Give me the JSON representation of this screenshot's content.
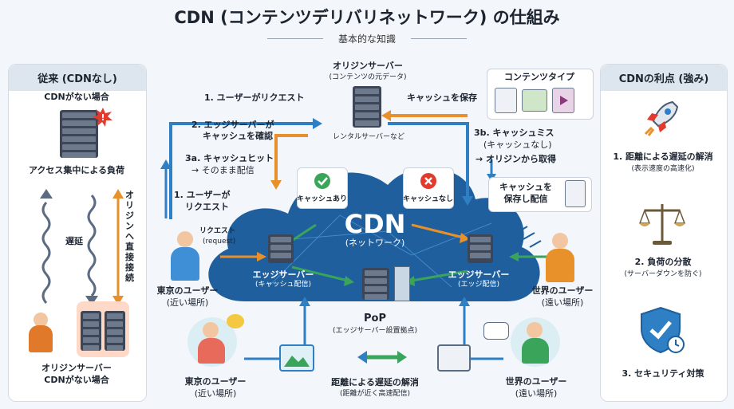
{
  "title": "CDN (コンテンツデリバリネットワーク) の仕組み",
  "subtitle": "基本的な知識",
  "left_panel": {
    "heading": "従来 (CDNなし)",
    "top_label": "CDNがない場合",
    "load_label": "アクセス集中による負荷",
    "delay_label": "遅延",
    "direct_label": "オリジンへ直接接続",
    "bottom_label_1": "オリジンサーバー",
    "bottom_label_2": "CDNがない場合"
  },
  "right_panel": {
    "heading": "CDNの利点 (強み)",
    "benefits": [
      {
        "title": "1. 距離による遅延の解消",
        "sub": "(表示速度の高速化)"
      },
      {
        "title": "2. 負荷の分散",
        "sub": "(サーバーダウンを防ぐ)"
      },
      {
        "title": "3. セキュリティ対策",
        "sub": ""
      }
    ]
  },
  "center": {
    "origin_title": "オリジンサーバー",
    "origin_sub": "(コンテンツの元データ)",
    "rental_label": "レンタルサーバーなど",
    "step1_top": "1. ユーザーがリクエスト",
    "step2_line1": "2. エッジサーバーが",
    "step2_line2": "キャッシュを確認",
    "step3a_line1": "3a. キャッシュヒット",
    "step3a_line2": "→ そのまま配信",
    "step1_left_line1": "1. ユーザーが",
    "step1_left_line2": "リクエスト",
    "cache_save": "キャッシュを保存",
    "step3b_line1": "3b. キャッシュミス",
    "step3b_line2": "(キャッシュなし)",
    "step3b_line3": "→ オリジンから取得",
    "save_deliver_1": "キャッシュを",
    "save_deliver_2": "保存し配信",
    "content_type": "コンテンツタイプ",
    "cache_yes": "キャッシュあり",
    "cache_no": "キャッシュなし",
    "cdn_title": "CDN",
    "cdn_sub": "(ネットワーク)",
    "request_label": "リクエスト",
    "request_en": "(request)",
    "edge_left_1": "エッジサーバー",
    "edge_left_2": "(キャッシュ配信)",
    "edge_right_1": "エッジサーバー",
    "edge_right_2": "(エッジ配信)",
    "pop_title": "PoP",
    "pop_sub": "(エッジサーバー設置拠点)",
    "tokyo_1": "東京のユーザー",
    "tokyo_2": "(近い場所)",
    "world_1": "世界のユーザー",
    "world_2": "(遠い場所)",
    "tokyo_b1": "東京のユーザー",
    "tokyo_b2": "(近い場所)",
    "world_b1": "世界のユーザー",
    "world_b2": "(遠い場所)",
    "distance_1": "距離による遅延の解消",
    "distance_2": "(距離が近く高速配信)"
  },
  "colors": {
    "cloud": "#1f5f9e",
    "cloud_light": "#3a86c8",
    "blue_arrow": "#2e7fc4",
    "orange_arrow": "#e8902a",
    "green_arrow": "#3aa55a",
    "accent_red": "#e23b2e"
  }
}
